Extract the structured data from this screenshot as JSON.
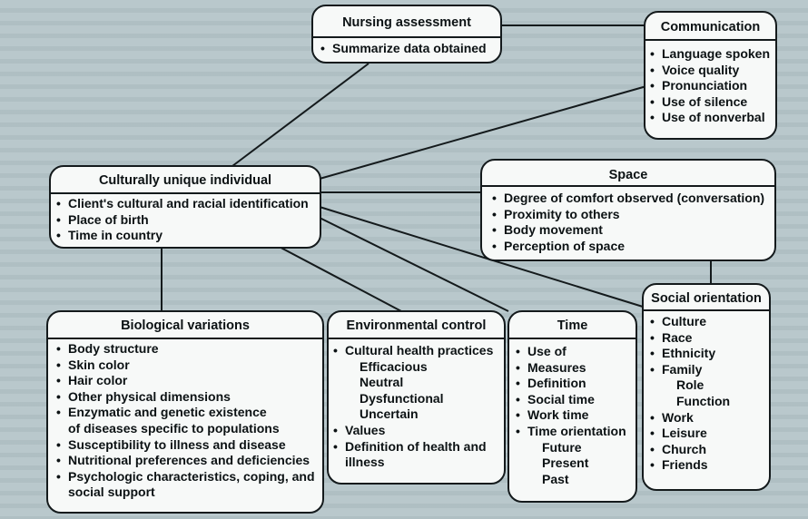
{
  "nursing_assessment": {
    "title": "Nursing assessment",
    "items": [
      "Summarize data obtained"
    ]
  },
  "communication": {
    "title": "Communication",
    "items": [
      "Language spoken",
      "Voice quality",
      "Pronunciation",
      "Use of silence",
      "Use of nonverbal"
    ]
  },
  "culturally_unique": {
    "title": "Culturally unique individual",
    "items": [
      "Client's cultural and racial identification",
      "Place of birth",
      "Time in country"
    ]
  },
  "space": {
    "title": "Space",
    "items": [
      "Degree of comfort observed (conversation)",
      "Proximity to others",
      "Body movement",
      "Perception of space"
    ]
  },
  "social_orientation": {
    "title": "Social orientation",
    "items": [
      "Culture",
      "Race",
      "Ethnicity",
      "Family",
      "Role",
      "Function",
      "Work",
      "Leisure",
      "Church",
      "Friends"
    ]
  },
  "biological_variations": {
    "title": "Biological variations",
    "items": [
      "Body structure",
      "Skin color",
      "Hair color",
      "Other physical dimensions",
      "Enzymatic and genetic existence",
      "of diseases specific to populations",
      "Susceptibility to illness and disease",
      "Nutritional preferences and deficiencies",
      "Psychologic characteristics, coping, and",
      "social support"
    ]
  },
  "environmental_control": {
    "title": "Environmental control",
    "items": [
      "Cultural health practices",
      "Efficacious",
      "Neutral",
      "Dysfunctional",
      "Uncertain",
      "Values",
      "Definition of health and",
      "illness"
    ]
  },
  "time": {
    "title": "Time",
    "items": [
      "Use of",
      "Measures",
      "Definition",
      "Social time",
      "Work time",
      "Time orientation",
      "Future",
      "Present",
      "Past"
    ]
  }
}
